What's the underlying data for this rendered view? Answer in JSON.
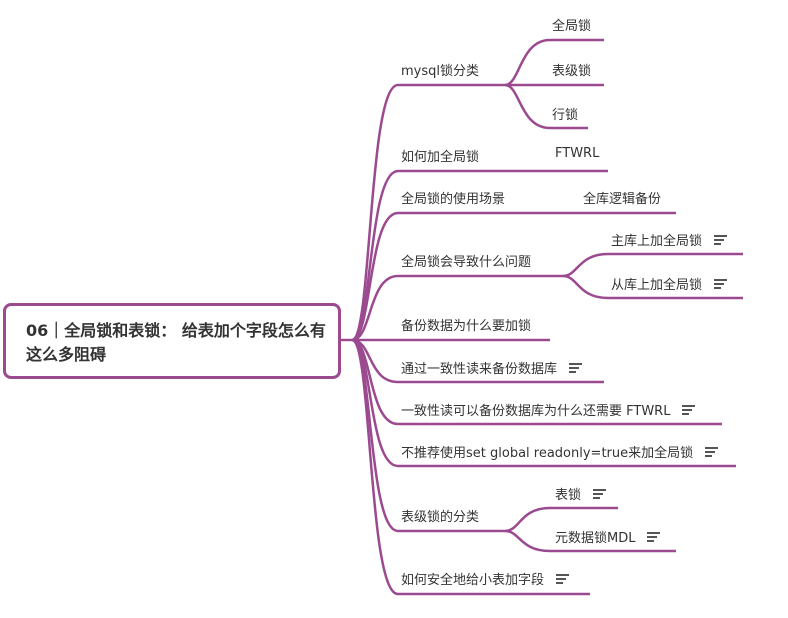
{
  "root": {
    "title": "06｜全局锁和表锁： 给表加个字段怎么有这么多阻碍"
  },
  "colors": {
    "branch": "#9b4a8f",
    "text": "#333333"
  },
  "branches": [
    {
      "label": "mysql锁分类",
      "children": [
        {
          "label": "全局锁"
        },
        {
          "label": "表级锁"
        },
        {
          "label": "行锁"
        }
      ]
    },
    {
      "label": "如何加全局锁",
      "children": [
        {
          "label": "FTWRL"
        }
      ]
    },
    {
      "label": "全局锁的使用场景",
      "children": [
        {
          "label": "全库逻辑备份"
        }
      ]
    },
    {
      "label": "全局锁会导致什么问题",
      "children": [
        {
          "label": "主库上加全局锁",
          "note": true
        },
        {
          "label": "从库上加全局锁",
          "note": true
        }
      ]
    },
    {
      "label": "备份数据为什么要加锁"
    },
    {
      "label": "通过一致性读来备份数据库",
      "note": true
    },
    {
      "label": "一致性读可以备份数据库为什么还需要 FTWRL",
      "note": true
    },
    {
      "label": "不推荐使用set global readonly=true来加全局锁",
      "note": true
    },
    {
      "label": "表级锁的分类",
      "children": [
        {
          "label": "表锁",
          "note": true
        },
        {
          "label": "元数据锁MDL",
          "note": true
        }
      ]
    },
    {
      "label": "如何安全地给小表加字段",
      "note": true
    }
  ]
}
